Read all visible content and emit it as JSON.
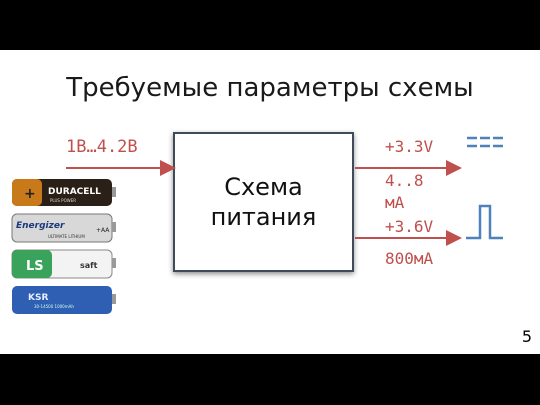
{
  "title": "Требуемые параметры схемы",
  "block_label": "Схема питания",
  "input_voltage": "1В…4.2В",
  "output1_voltage": "+3.3V",
  "output1_current": "4..8 мА",
  "output2_voltage": "+3.6V",
  "output2_current": "800мА",
  "page_number": "5",
  "batteries": [
    {
      "name": "duracell",
      "label": "DURACELL",
      "sublabel": "PLUS POWER"
    },
    {
      "name": "energizer",
      "label": "Energizer",
      "sublabel": "ULTIMATE LITHIUM"
    },
    {
      "name": "saft",
      "label": "LS",
      "sublabel": "saft"
    },
    {
      "name": "ksr",
      "label": "KSR",
      "sublabel": ""
    }
  ],
  "colors": {
    "arrow": "#c0504d",
    "signal": "#4f81bd",
    "text_red": "#c0504d"
  }
}
